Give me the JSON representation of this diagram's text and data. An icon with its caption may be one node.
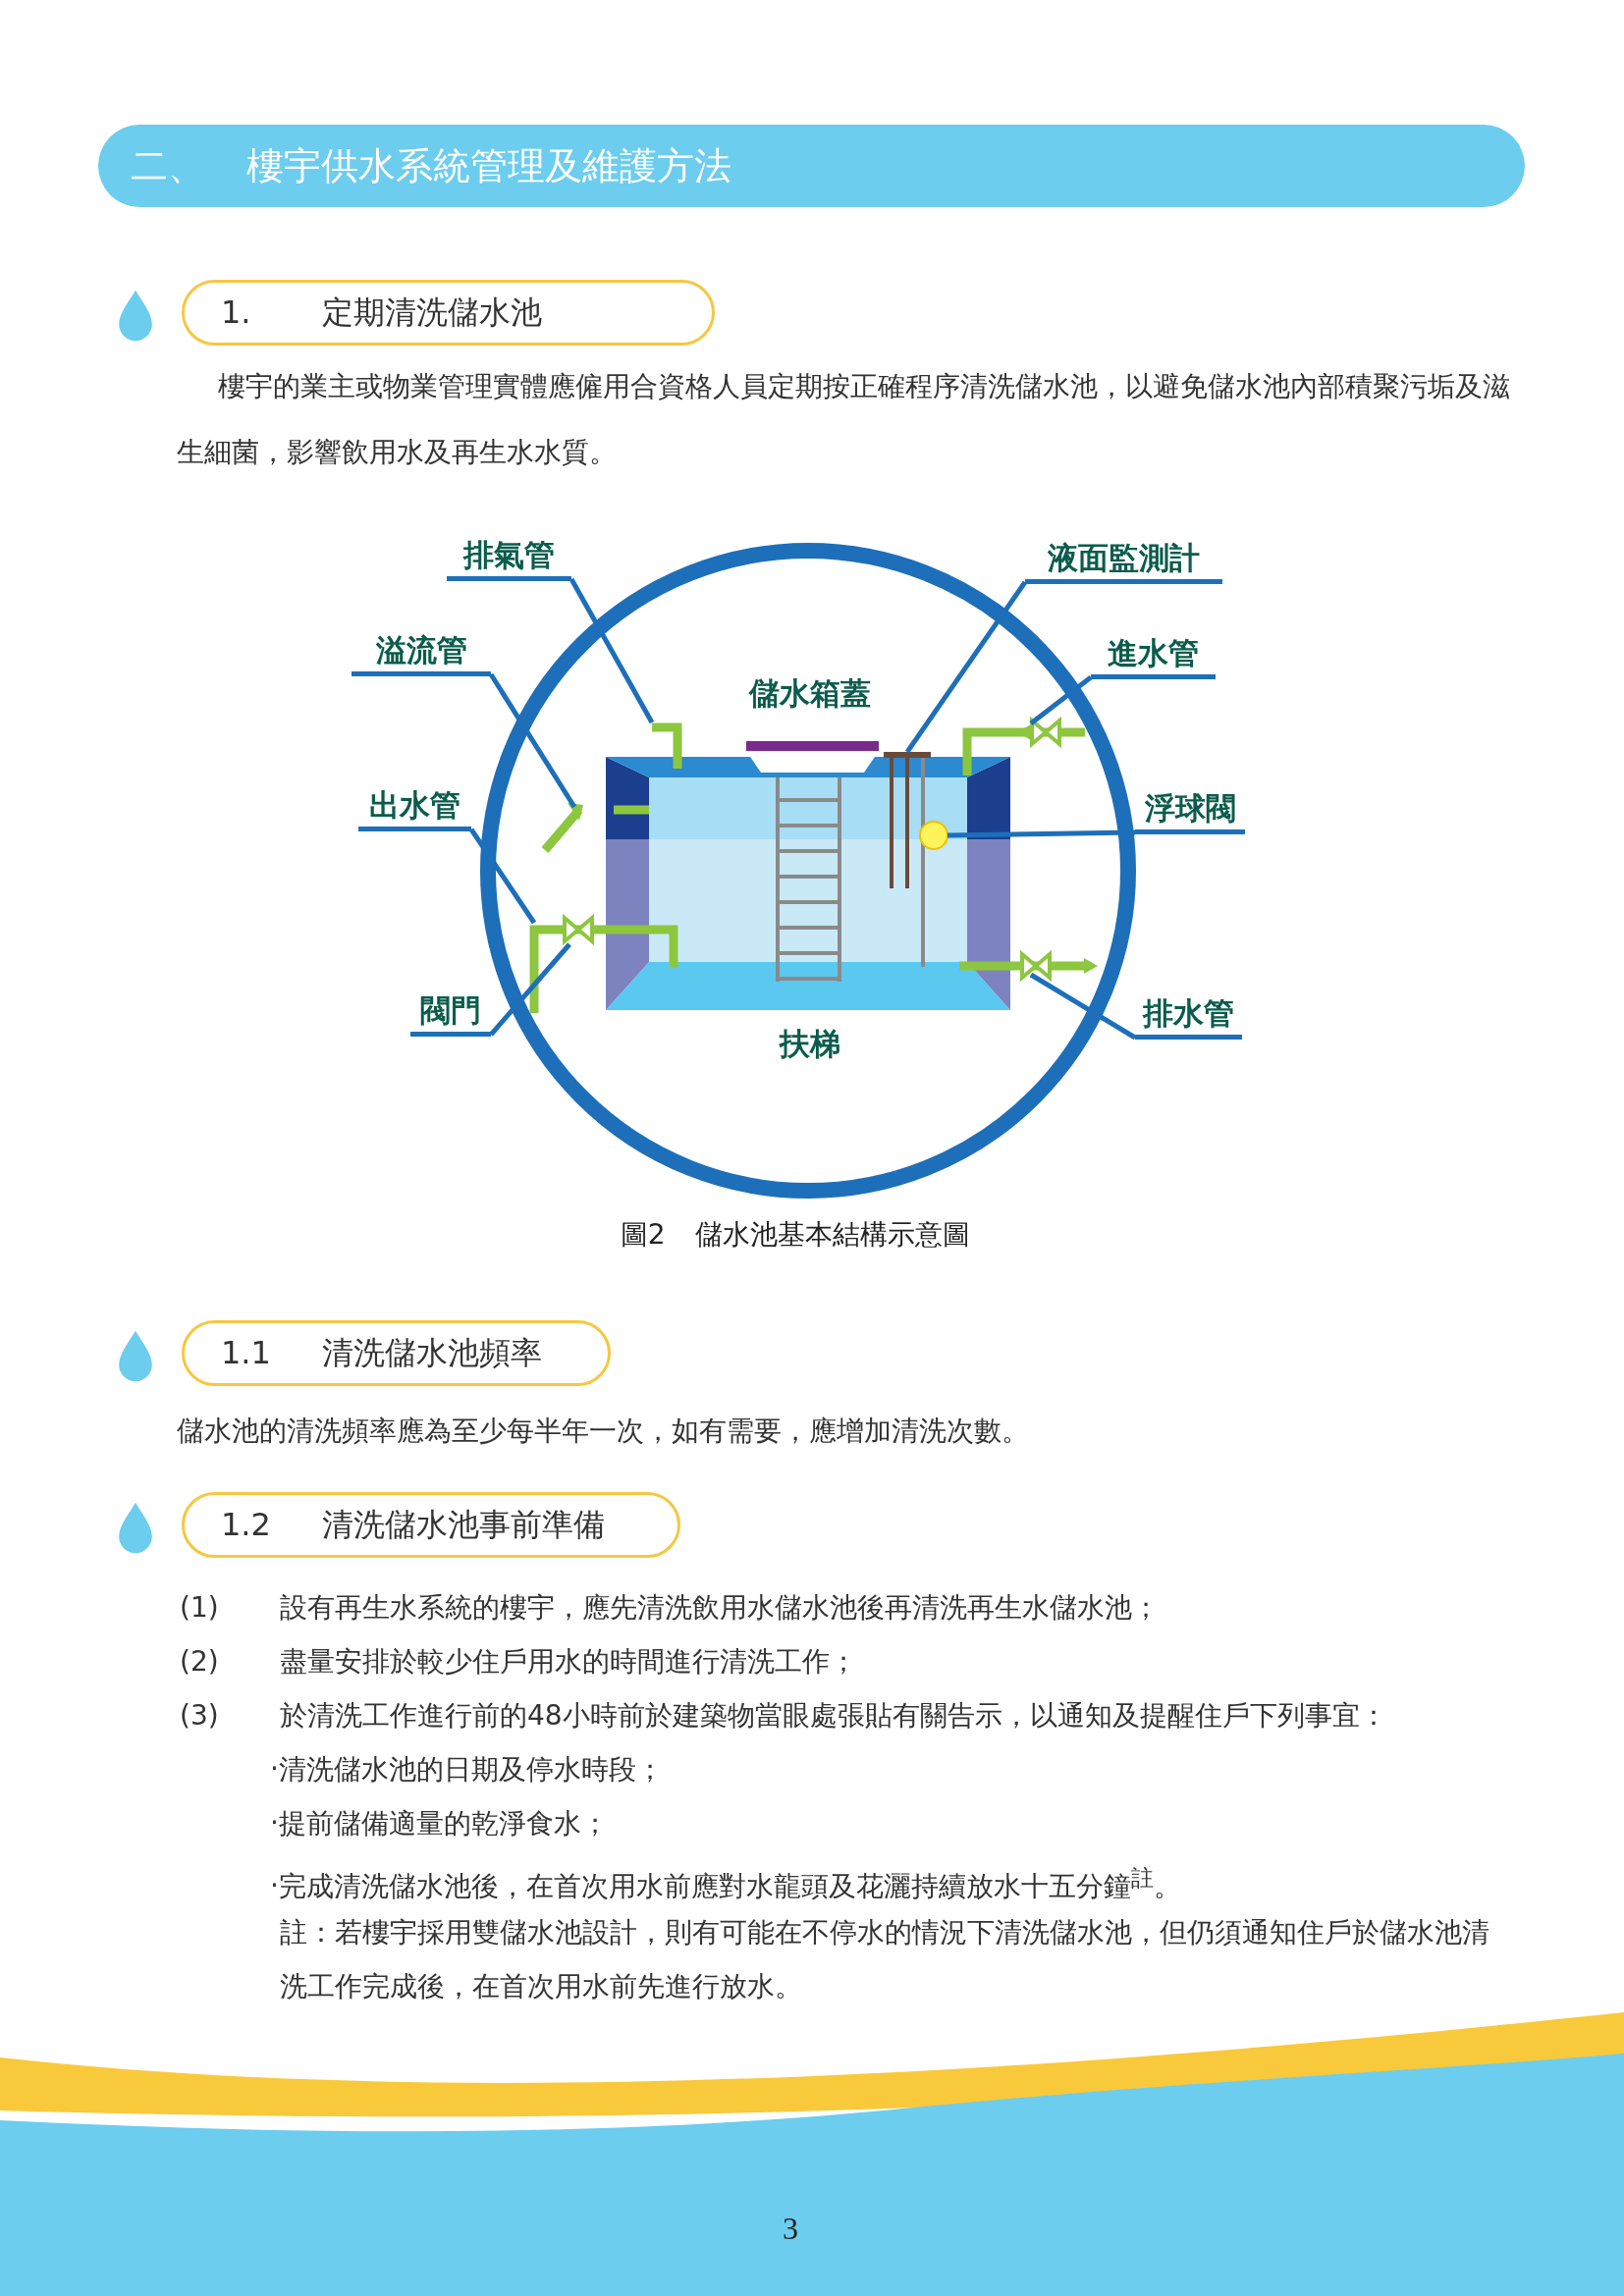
{
  "diagram": {
    "title": "二、 樓宇供水系統管理及維護方法",
    "caption": "圖2 儲水池基本結構示意圖",
    "nodes": [
      {
        "text": [
          "1.",
          "定期清洗儲水池"
        ]
      },
      {
        "text": [
          "排氣管"
        ]
      },
      {
        "text": [
          "液面監測計"
        ]
      },
      {
        "text": [
          "溢流管"
        ]
      },
      {
        "text": [
          "進水管"
        ]
      },
      {
        "text": [
          "出水管"
        ]
      },
      {
        "text": [
          "浮球閥"
        ]
      },
      {
        "text": [
          "閥門"
        ]
      },
      {
        "text": [
          "排水管"
        ]
      },
      {
        "text": [
          "1.1",
          "清洗儲水池頻率"
        ]
      },
      {
        "text": [
          "1.2",
          "清洗儲水池事前準備"
        ]
      },
      {
        "text": [],
        "shape": "pipe"
      },
      {
        "text": [],
        "shape": "pipe"
      },
      {
        "text": [],
        "shape": "valve"
      },
      {
        "text": [],
        "shape": "pipe"
      },
      {
        "text": [],
        "shape": "rod"
      },
      {
        "text": [],
        "shape": "circle"
      },
      {
        "text": [],
        "shape": "pipe"
      },
      {
        "text": [],
        "shape": "pipe"
      }
    ],
    "edges": [
      {
        "from": 1,
        "to": 14,
        "arrow": "none"
      },
      {
        "from": 2,
        "to": 15,
        "arrow": "none"
      },
      {
        "from": 3,
        "to": 12,
        "arrow": "none"
      },
      {
        "from": 4,
        "to": 18,
        "arrow": "none"
      },
      {
        "from": 5,
        "to": 11,
        "arrow": "none"
      },
      {
        "from": 6,
        "to": 16,
        "arrow": "none"
      },
      {
        "from": 7,
        "to": 13,
        "arrow": "none"
      },
      {
        "from": 8,
        "to": 17,
        "arrow": "none"
      }
    ],
    "labels": [
      "樓宇的業主或物業管理實體應僱用合資格人員定期按正確程序清洗儲水池，以避免儲水池內部積聚污垢及滋生細菌，影響飲用水及再生水水質。",
      "儲水箱蓋",
      "扶梯",
      "儲水池的清洗頻率應為至少每半年一次，如有需要，應增加清洗次數。",
      "(1)",
      "設有再生水系統的樓宇，應先清洗飲用水儲水池後再清洗再生水儲水池；",
      "(2)",
      "盡量安排於較少住戶用水的時間進行清洗工作；",
      "(3)",
      "於清洗工作進行前的48小時前於建築物當眼處張貼有關告示，以通知及提醒住戶下列事宜：",
      "‧清洗儲水池的日期及停水時段；",
      "‧提前儲備適量的乾淨食水；",
      "‧完成清洗儲水池後，在首次用水前應對水龍頭及花灑持續放水十五分鐘$^{註}$。",
      "註：若樓宇採用雙儲水池設計，則有可能在不停水的情況下清洗儲水池，但仍須通知住戶於儲水池清洗工作完成後，在首次用水前先進行放水。",
      "3"
    ]
  }
}
